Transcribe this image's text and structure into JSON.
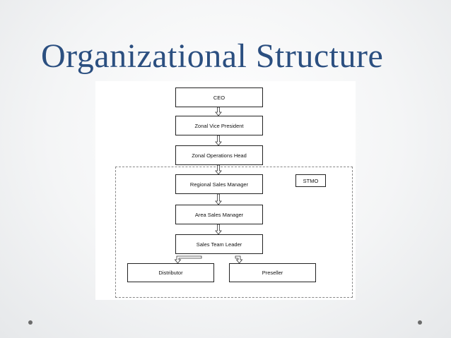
{
  "slide": {
    "title": "Organizational Structure"
  },
  "org_chart": {
    "nodes": {
      "ceo": "CEO",
      "zvp": "Zonal Vice President",
      "zoh": "Zonal Operations Head",
      "rsm": "Regional Sales Manager",
      "stmo": "STMO",
      "asm": "Area Sales Manager",
      "stl": "Sales Team Leader",
      "distributor": "Distributor",
      "preseller": "Preseller"
    },
    "edges": [
      [
        "ceo",
        "zvp"
      ],
      [
        "zvp",
        "zoh"
      ],
      [
        "zoh",
        "rsm"
      ],
      [
        "rsm",
        "asm"
      ],
      [
        "asm",
        "stl"
      ],
      [
        "stl",
        "distributor"
      ],
      [
        "stl",
        "preseller"
      ]
    ]
  }
}
